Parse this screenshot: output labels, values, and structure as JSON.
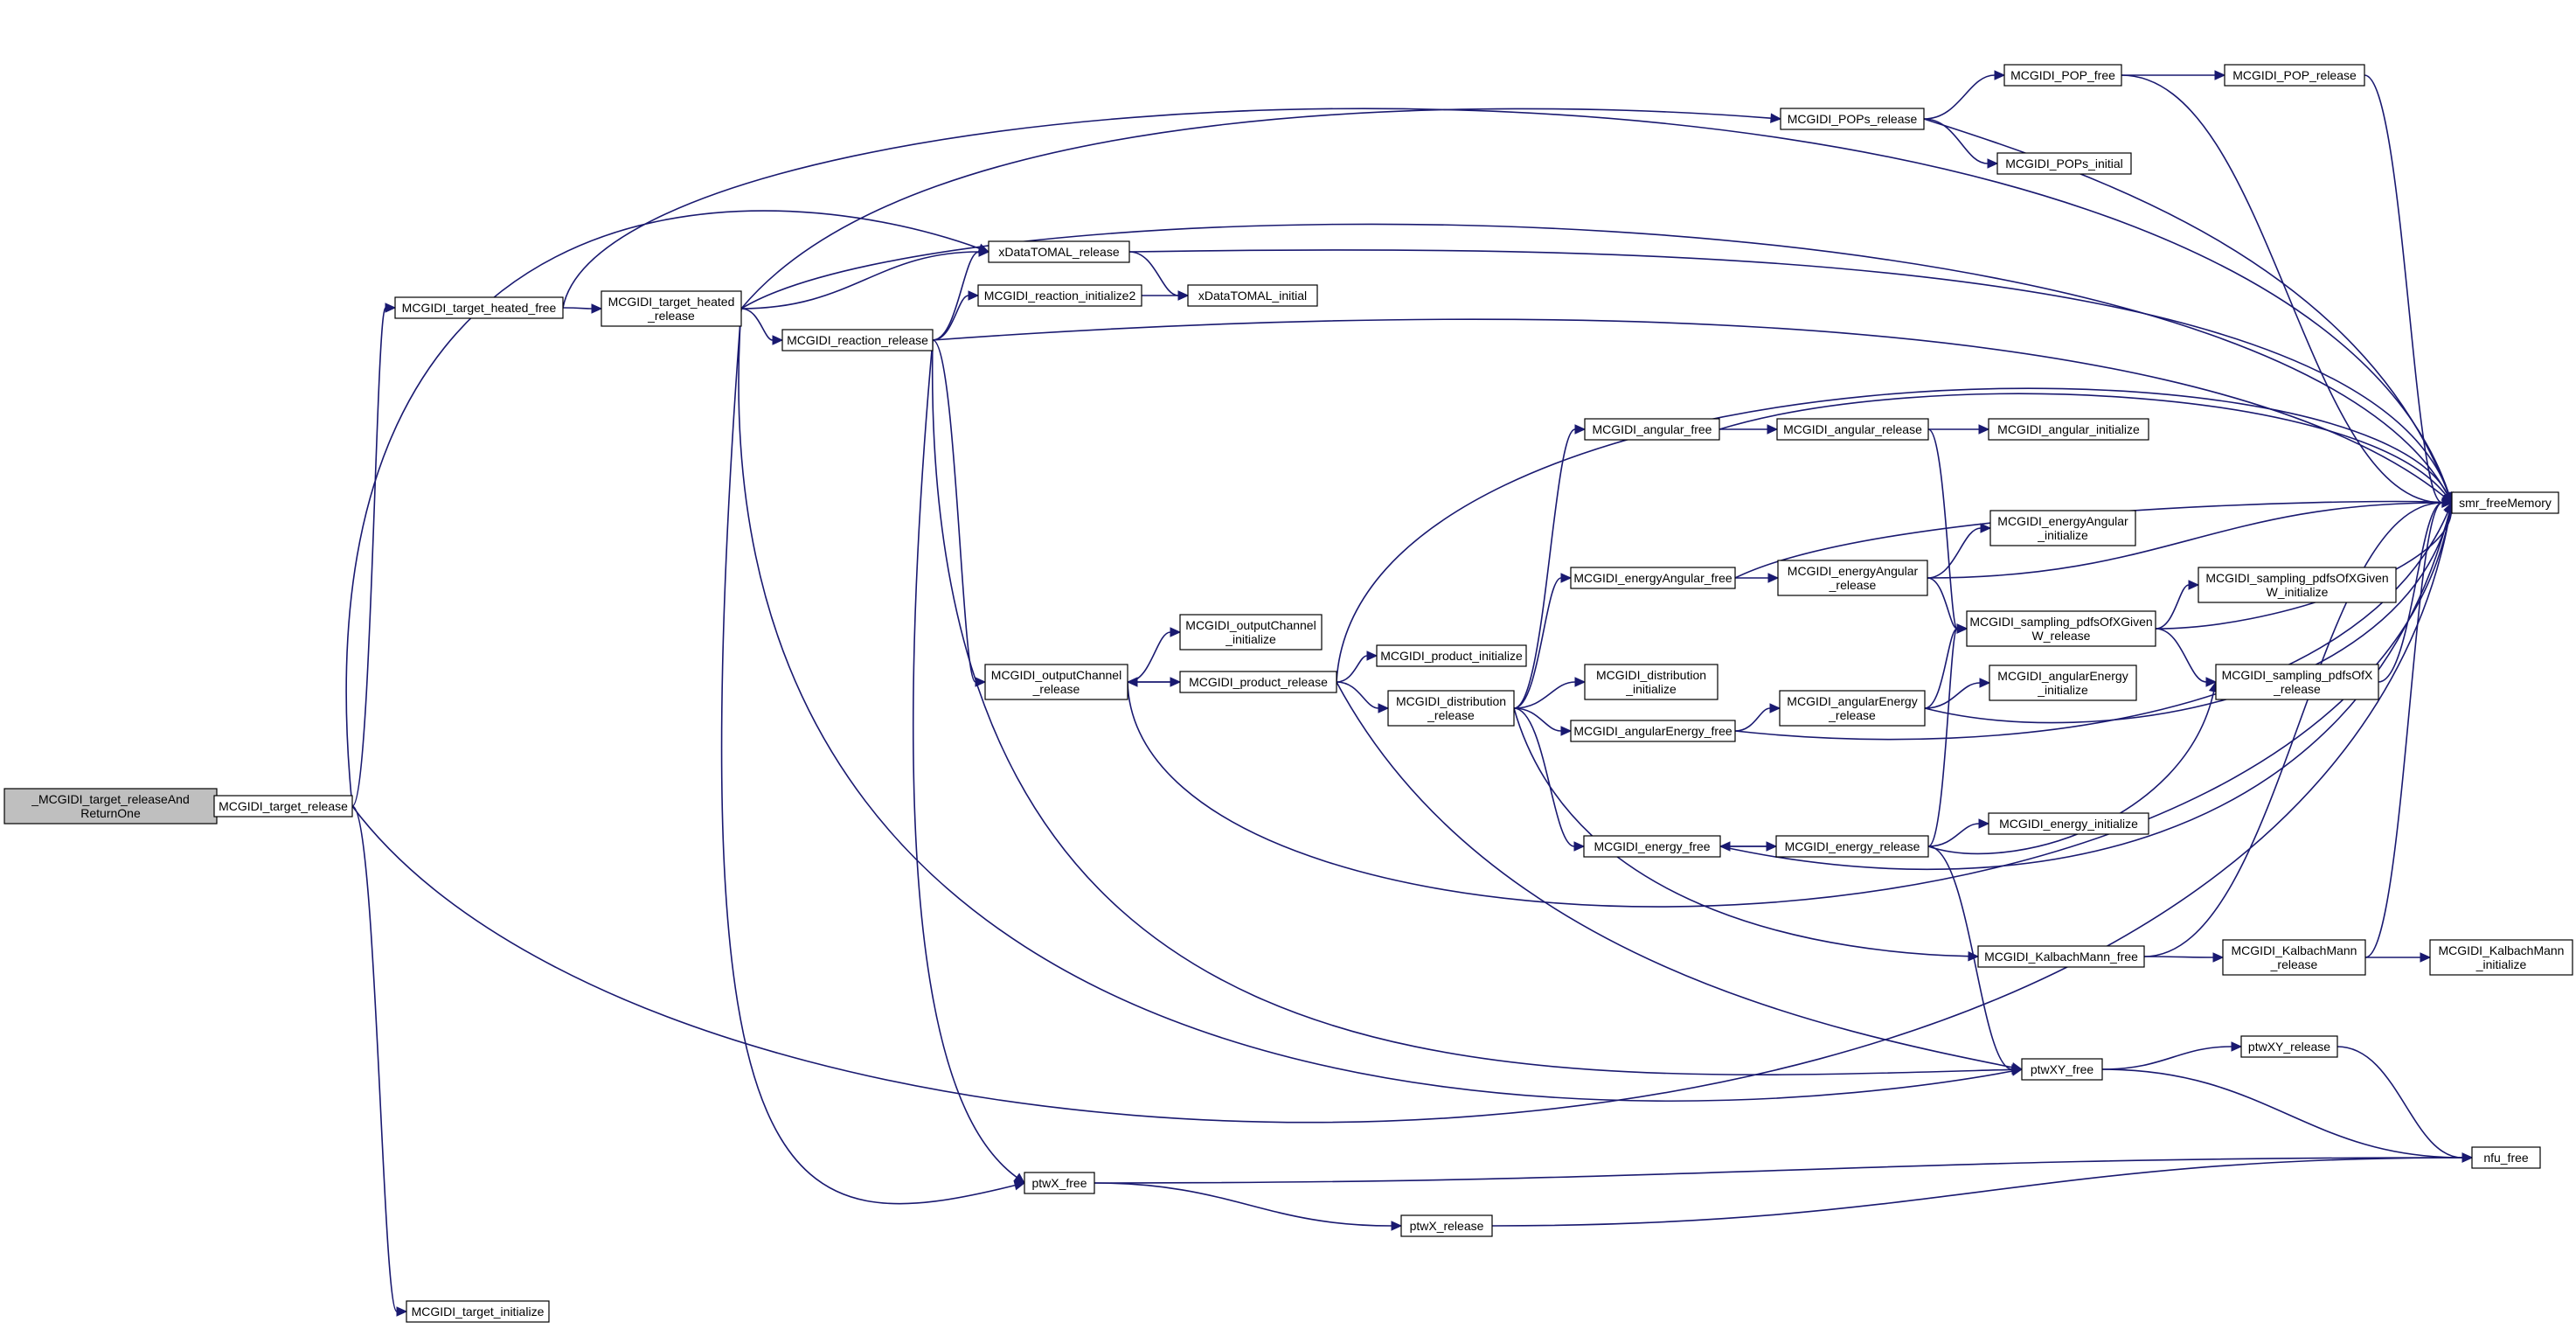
{
  "graph": {
    "nodes": [
      {
        "id": "root",
        "lines": [
          "_MCGIDI_target_releaseAnd",
          "ReturnOne"
        ],
        "highlighted": true
      },
      {
        "id": "target_release",
        "lines": [
          "MCGIDI_target_release"
        ]
      },
      {
        "id": "target_heated_free",
        "lines": [
          "MCGIDI_target_heated_free"
        ]
      },
      {
        "id": "target_initialize",
        "lines": [
          "MCGIDI_target_initialize"
        ]
      },
      {
        "id": "target_heated_release",
        "lines": [
          "MCGIDI_target_heated",
          "_release"
        ]
      },
      {
        "id": "xDataTOMAL_release",
        "lines": [
          "xDataTOMAL_release"
        ]
      },
      {
        "id": "reaction_initialize2",
        "lines": [
          "MCGIDI_reaction_initialize2"
        ]
      },
      {
        "id": "xDataTOMAL_initial",
        "lines": [
          "xDataTOMAL_initial"
        ]
      },
      {
        "id": "reaction_release",
        "lines": [
          "MCGIDI_reaction_release"
        ]
      },
      {
        "id": "POPs_release",
        "lines": [
          "MCGIDI_POPs_release"
        ]
      },
      {
        "id": "POP_free",
        "lines": [
          "MCGIDI_POP_free"
        ]
      },
      {
        "id": "POP_release",
        "lines": [
          "MCGIDI_POP_release"
        ]
      },
      {
        "id": "POPs_initial",
        "lines": [
          "MCGIDI_POPs_initial"
        ]
      },
      {
        "id": "outputChannel_initialize",
        "lines": [
          "MCGIDI_outputChannel",
          "_initialize"
        ]
      },
      {
        "id": "outputChannel_release",
        "lines": [
          "MCGIDI_outputChannel",
          "_release"
        ]
      },
      {
        "id": "product_release",
        "lines": [
          "MCGIDI_product_release"
        ]
      },
      {
        "id": "product_initialize",
        "lines": [
          "MCGIDI_product_initialize"
        ]
      },
      {
        "id": "distribution_release",
        "lines": [
          "MCGIDI_distribution",
          "_release"
        ]
      },
      {
        "id": "angular_free",
        "lines": [
          "MCGIDI_angular_free"
        ]
      },
      {
        "id": "angular_release",
        "lines": [
          "MCGIDI_angular_release"
        ]
      },
      {
        "id": "angular_initialize",
        "lines": [
          "MCGIDI_angular_initialize"
        ]
      },
      {
        "id": "energyAngular_free",
        "lines": [
          "MCGIDI_energyAngular_free"
        ]
      },
      {
        "id": "energyAngular_release",
        "lines": [
          "MCGIDI_energyAngular",
          "_release"
        ]
      },
      {
        "id": "energyAngular_initialize",
        "lines": [
          "MCGIDI_energyAngular",
          "_initialize"
        ]
      },
      {
        "id": "distribution_initialize",
        "lines": [
          "MCGIDI_distribution",
          "_initialize"
        ]
      },
      {
        "id": "angularEnergy_free",
        "lines": [
          "MCGIDI_angularEnergy_free"
        ]
      },
      {
        "id": "angularEnergy_release",
        "lines": [
          "MCGIDI_angularEnergy",
          "_release"
        ]
      },
      {
        "id": "angularEnergy_initialize",
        "lines": [
          "MCGIDI_angularEnergy",
          "_initialize"
        ]
      },
      {
        "id": "energy_free",
        "lines": [
          "MCGIDI_energy_free"
        ]
      },
      {
        "id": "energy_release",
        "lines": [
          "MCGIDI_energy_release"
        ]
      },
      {
        "id": "energy_initialize",
        "lines": [
          "MCGIDI_energy_initialize"
        ]
      },
      {
        "id": "KalbachMann_free",
        "lines": [
          "MCGIDI_KalbachMann_free"
        ]
      },
      {
        "id": "KalbachMann_release",
        "lines": [
          "MCGIDI_KalbachMann",
          "_release"
        ]
      },
      {
        "id": "KalbachMann_initialize",
        "lines": [
          "MCGIDI_KalbachMann",
          "_initialize"
        ]
      },
      {
        "id": "sampling_pdfsOfXGivenW_release",
        "lines": [
          "MCGIDI_sampling_pdfsOfXGiven",
          "W_release"
        ]
      },
      {
        "id": "sampling_pdfsOfXGivenW_initialize",
        "lines": [
          "MCGIDI_sampling_pdfsOfXGiven",
          "W_initialize"
        ]
      },
      {
        "id": "sampling_pdfsOfX_release",
        "lines": [
          "MCGIDI_sampling_pdfsOfX",
          "_release"
        ]
      },
      {
        "id": "smr_freeMemory",
        "lines": [
          "smr_freeMemory"
        ]
      },
      {
        "id": "ptwXY_free",
        "lines": [
          "ptwXY_free"
        ]
      },
      {
        "id": "ptwXY_release",
        "lines": [
          "ptwXY_release"
        ]
      },
      {
        "id": "ptwX_free",
        "lines": [
          "ptwX_free"
        ]
      },
      {
        "id": "ptwX_release",
        "lines": [
          "ptwX_release"
        ]
      },
      {
        "id": "nfu_free",
        "lines": [
          "nfu_free"
        ]
      }
    ],
    "edges": [
      [
        "root",
        "target_release"
      ],
      [
        "target_release",
        "target_heated_free"
      ],
      [
        "target_release",
        "xDataTOMAL_release"
      ],
      [
        "target_release",
        "target_initialize"
      ],
      [
        "target_release",
        "smr_freeMemory"
      ],
      [
        "target_heated_free",
        "target_heated_release"
      ],
      [
        "target_heated_free",
        "smr_freeMemory"
      ],
      [
        "target_heated_release",
        "xDataTOMAL_release"
      ],
      [
        "target_heated_release",
        "reaction_release"
      ],
      [
        "target_heated_release",
        "POPs_release"
      ],
      [
        "target_heated_release",
        "smr_freeMemory"
      ],
      [
        "target_heated_release",
        "ptwXY_free"
      ],
      [
        "target_heated_release",
        "ptwX_free"
      ],
      [
        "xDataTOMAL_release",
        "xDataTOMAL_initial"
      ],
      [
        "xDataTOMAL_release",
        "smr_freeMemory"
      ],
      [
        "reaction_release",
        "xDataTOMAL_release"
      ],
      [
        "reaction_release",
        "reaction_initialize2"
      ],
      [
        "reaction_release",
        "outputChannel_release"
      ],
      [
        "reaction_release",
        "smr_freeMemory"
      ],
      [
        "reaction_release",
        "ptwXY_free"
      ],
      [
        "reaction_release",
        "ptwX_free"
      ],
      [
        "reaction_initialize2",
        "xDataTOMAL_initial"
      ],
      [
        "POPs_release",
        "POP_free"
      ],
      [
        "POPs_release",
        "POPs_initial"
      ],
      [
        "POPs_release",
        "smr_freeMemory"
      ],
      [
        "POP_free",
        "POP_release"
      ],
      [
        "POP_free",
        "smr_freeMemory"
      ],
      [
        "POP_release",
        "smr_freeMemory"
      ],
      [
        "outputChannel_release",
        "outputChannel_initialize"
      ],
      [
        "outputChannel_release",
        "product_release"
      ],
      [
        "outputChannel_release",
        "smr_freeMemory"
      ],
      [
        "product_release",
        "outputChannel_release"
      ],
      [
        "product_release",
        "product_initialize"
      ],
      [
        "product_release",
        "distribution_release"
      ],
      [
        "product_release",
        "smr_freeMemory"
      ],
      [
        "product_release",
        "ptwXY_free"
      ],
      [
        "distribution_release",
        "angular_free"
      ],
      [
        "distribution_release",
        "energyAngular_free"
      ],
      [
        "distribution_release",
        "distribution_initialize"
      ],
      [
        "distribution_release",
        "angularEnergy_free"
      ],
      [
        "distribution_release",
        "energy_free"
      ],
      [
        "distribution_release",
        "KalbachMann_free"
      ],
      [
        "angular_free",
        "angular_release"
      ],
      [
        "angular_free",
        "smr_freeMemory"
      ],
      [
        "angular_release",
        "angular_initialize"
      ],
      [
        "angular_release",
        "sampling_pdfsOfXGivenW_release"
      ],
      [
        "energyAngular_free",
        "energyAngular_release"
      ],
      [
        "energyAngular_free",
        "smr_freeMemory"
      ],
      [
        "energyAngular_release",
        "energyAngular_initialize"
      ],
      [
        "energyAngular_release",
        "sampling_pdfsOfXGivenW_release"
      ],
      [
        "energyAngular_release",
        "smr_freeMemory"
      ],
      [
        "angularEnergy_free",
        "angularEnergy_release"
      ],
      [
        "angularEnergy_free",
        "smr_freeMemory"
      ],
      [
        "angularEnergy_release",
        "angularEnergy_initialize"
      ],
      [
        "angularEnergy_release",
        "sampling_pdfsOfXGivenW_release"
      ],
      [
        "angularEnergy_release",
        "smr_freeMemory"
      ],
      [
        "energy_free",
        "energy_release"
      ],
      [
        "energy_free",
        "smr_freeMemory"
      ],
      [
        "energy_release",
        "energy_free"
      ],
      [
        "energy_release",
        "energy_initialize"
      ],
      [
        "energy_release",
        "sampling_pdfsOfXGivenW_release"
      ],
      [
        "energy_release",
        "sampling_pdfsOfX_release"
      ],
      [
        "energy_release",
        "ptwXY_free"
      ],
      [
        "KalbachMann_free",
        "KalbachMann_release"
      ],
      [
        "KalbachMann_free",
        "smr_freeMemory"
      ],
      [
        "KalbachMann_release",
        "KalbachMann_initialize"
      ],
      [
        "KalbachMann_release",
        "smr_freeMemory"
      ],
      [
        "sampling_pdfsOfXGivenW_release",
        "sampling_pdfsOfXGivenW_initialize"
      ],
      [
        "sampling_pdfsOfXGivenW_release",
        "sampling_pdfsOfX_release"
      ],
      [
        "sampling_pdfsOfXGivenW_release",
        "smr_freeMemory"
      ],
      [
        "sampling_pdfsOfX_release",
        "smr_freeMemory"
      ],
      [
        "ptwXY_free",
        "ptwXY_release"
      ],
      [
        "ptwXY_free",
        "nfu_free"
      ],
      [
        "ptwXY_release",
        "nfu_free"
      ],
      [
        "ptwX_free",
        "ptwX_release"
      ],
      [
        "ptwX_free",
        "nfu_free"
      ],
      [
        "ptwX_release",
        "nfu_free"
      ]
    ]
  },
  "colors": {
    "edge": "#191970",
    "node_border": "#000000",
    "node_fill": "#ffffff",
    "root_fill": "#bfbfbf"
  }
}
